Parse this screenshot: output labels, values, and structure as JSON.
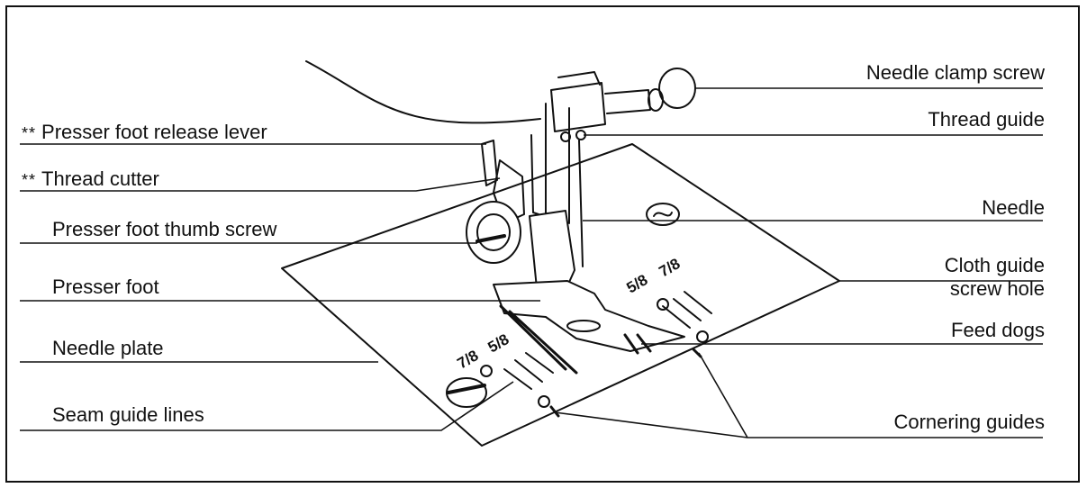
{
  "diagram": {
    "labels_left": [
      {
        "id": "presser-foot-release-lever",
        "prefix": "**",
        "text": "Presser foot release lever"
      },
      {
        "id": "thread-cutter",
        "prefix": "**",
        "text": "Thread cutter"
      },
      {
        "id": "presser-foot-thumb-screw",
        "prefix": "",
        "text": "Presser foot thumb screw"
      },
      {
        "id": "presser-foot",
        "prefix": "",
        "text": "Presser foot"
      },
      {
        "id": "needle-plate",
        "prefix": "",
        "text": "Needle plate"
      },
      {
        "id": "seam-guide-lines",
        "prefix": "",
        "text": "Seam guide lines"
      }
    ],
    "labels_right": [
      {
        "id": "needle-clamp-screw",
        "text": "Needle clamp screw"
      },
      {
        "id": "thread-guide",
        "text": "Thread guide"
      },
      {
        "id": "needle",
        "text": "Needle"
      },
      {
        "id": "cloth-guide-screw-hole",
        "text": "Cloth guide\nscrew hole"
      },
      {
        "id": "feed-dogs",
        "text": "Feed dogs"
      },
      {
        "id": "cornering-guides",
        "text": "Cornering guides"
      }
    ],
    "plate_markings": {
      "front_left": "7/8",
      "front_right": "5/8",
      "back_left": "5/8",
      "back_right": "7/8"
    }
  }
}
